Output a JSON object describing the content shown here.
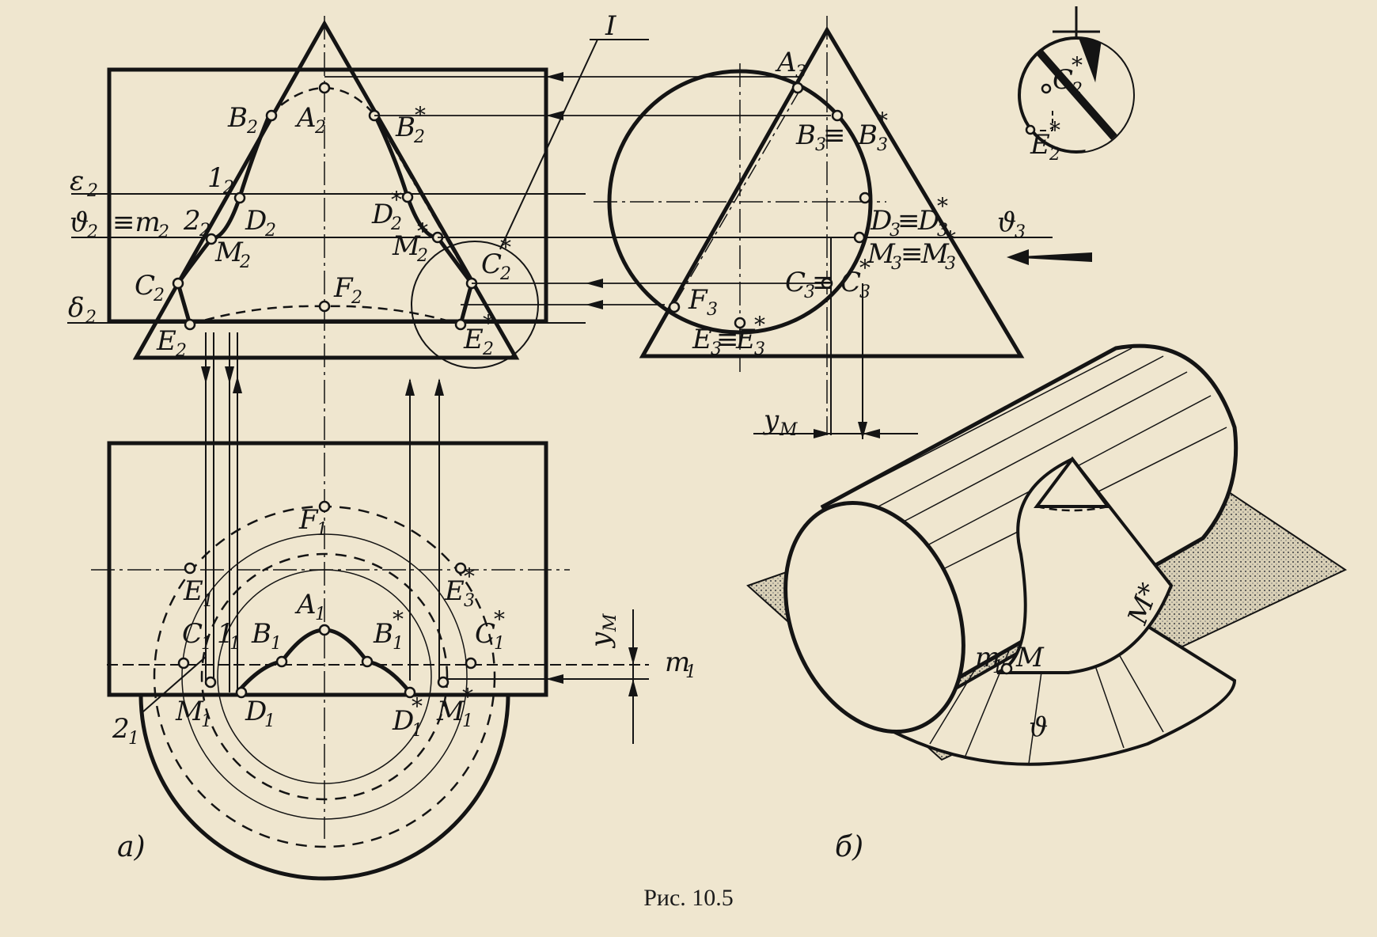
{
  "caption": "Рис. 10.5",
  "panels": {
    "a": "а)",
    "b": "б)"
  },
  "detail": {
    "numeral": "I"
  },
  "front_view": {
    "points": [
      {
        "base": "A",
        "sub": "2",
        "star": false
      },
      {
        "base": "B",
        "sub": "2",
        "star": false
      },
      {
        "base": "B",
        "sub": "2",
        "star": true
      },
      {
        "base": "1",
        "sub": "2",
        "star": false
      },
      {
        "base": "2",
        "sub": "2",
        "star": false
      },
      {
        "base": "D",
        "sub": "2",
        "star": false
      },
      {
        "base": "D",
        "sub": "2",
        "star": true
      },
      {
        "base": "M",
        "sub": "2",
        "star": false
      },
      {
        "base": "M",
        "sub": "2",
        "star": true
      },
      {
        "base": "C",
        "sub": "2",
        "star": false
      },
      {
        "base": "C",
        "sub": "2",
        "star": true
      },
      {
        "base": "F",
        "sub": "2",
        "star": false
      },
      {
        "base": "E",
        "sub": "2",
        "star": false
      },
      {
        "base": "E",
        "sub": "2",
        "star": true
      }
    ],
    "planes": [
      {
        "base": "ε",
        "sub": "2",
        "suffix": ""
      },
      {
        "base": "ϑ",
        "sub": "2",
        "suffix": "≡m"
      },
      {
        "base": "δ",
        "sub": "2",
        "suffix": ""
      }
    ]
  },
  "side_view": {
    "points": [
      {
        "text": "A",
        "sub": "3",
        "star": false
      },
      {
        "text": "B",
        "sub": "3",
        "star": false,
        "pair": "B"
      },
      {
        "text": "D",
        "sub": "3",
        "star": false,
        "pair": "D"
      },
      {
        "text": "M",
        "sub": "3",
        "star": false,
        "pair": "M"
      },
      {
        "text": "C",
        "sub": "3",
        "star": false,
        "pair": "C"
      },
      {
        "text": "F",
        "sub": "3",
        "star": false
      },
      {
        "text": "E",
        "sub": "3",
        "star": false,
        "pair": "E"
      }
    ],
    "plane": {
      "base": "ϑ",
      "sub": "3"
    },
    "dimension": {
      "base": "y",
      "sub": "M"
    }
  },
  "top_view": {
    "points": [
      {
        "base": "A",
        "sub": "1",
        "star": false
      },
      {
        "base": "B",
        "sub": "1",
        "star": false
      },
      {
        "base": "B",
        "sub": "1",
        "star": true
      },
      {
        "base": "C",
        "sub": "1",
        "star": false
      },
      {
        "base": "C",
        "sub": "1",
        "star": true
      },
      {
        "base": "E",
        "sub": "1",
        "star": false
      },
      {
        "base": "E",
        "sub": "3",
        "star": true
      },
      {
        "base": "F",
        "sub": "1",
        "star": false
      },
      {
        "base": "1",
        "sub": "1",
        "star": false
      },
      {
        "base": "2",
        "sub": "1",
        "star": false
      },
      {
        "base": "M",
        "sub": "1",
        "star": false
      },
      {
        "base": "M",
        "sub": "1",
        "star": true
      },
      {
        "base": "D",
        "sub": "1",
        "star": false
      },
      {
        "base": "D",
        "sub": "1",
        "star": true
      }
    ],
    "line": {
      "base": "m",
      "sub": "1"
    },
    "dimension": {
      "base": "y",
      "sub": "M"
    }
  },
  "detail_view": {
    "points": [
      {
        "base": "C",
        "sub": "2",
        "star": true
      },
      {
        "base": "E",
        "sub": "2",
        "star": true
      }
    ]
  },
  "axonometric": {
    "labels": [
      "m",
      "M",
      "M*",
      "ϑ"
    ],
    "m_sub": "1"
  },
  "colors": {
    "ink": "#141414",
    "paper": "#efe6cf",
    "plane_fill": "#cfc6ae"
  }
}
